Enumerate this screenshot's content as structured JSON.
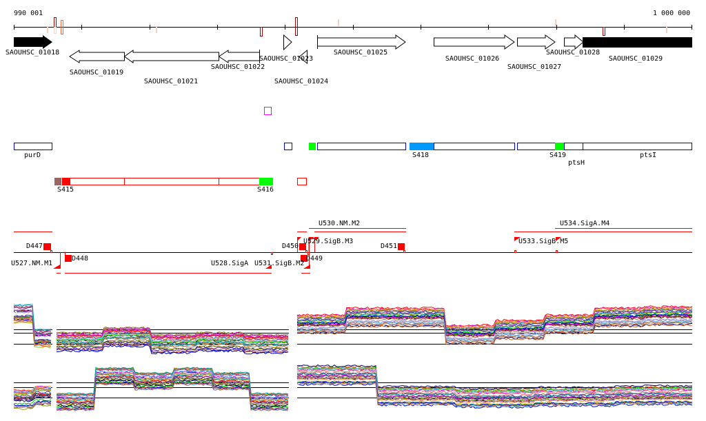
{
  "ruler": {
    "start_label": "990 001",
    "end_label": "1 000 000"
  },
  "genes": [
    {
      "id": "SAOUHSC_01018",
      "strand": "+",
      "style": "filled"
    },
    {
      "id": "SAOUHSC_01019",
      "strand": "-",
      "style": "outline"
    },
    {
      "id": "SAOUHSC_01021",
      "strand": "-",
      "style": "outline"
    },
    {
      "id": "SAOUHSC_01022",
      "strand": "-",
      "style": "outline"
    },
    {
      "id": "SAOUHSC_01023",
      "strand": "+",
      "style": "outline"
    },
    {
      "id": "SAOUHSC_01024",
      "strand": "-",
      "style": "outline"
    },
    {
      "id": "SAOUHSC_01025",
      "strand": "+",
      "style": "outline"
    },
    {
      "id": "SAOUHSC_01026",
      "strand": "+",
      "style": "outline"
    },
    {
      "id": "SAOUHSC_01027",
      "strand": "+",
      "style": "outline"
    },
    {
      "id": "SAOUHSC_01028",
      "strand": "+",
      "style": "outline"
    },
    {
      "id": "SAOUHSC_01029",
      "strand": "-",
      "style": "filled"
    }
  ],
  "operons": {
    "forward": [
      "purD",
      "S418",
      "S419",
      "ptsH",
      "ptsI"
    ],
    "reverse": [
      "S415",
      "S416"
    ]
  },
  "promoters": {
    "upper": [
      "D447",
      "D450",
      "U529.SigB.M3",
      "U530.NM.M2",
      "D451",
      "U533.SigB.M5",
      "U534.SigA.M4"
    ],
    "lower": [
      "U527.NM.M1",
      "D448",
      "U528.SigA",
      "U531.SigB.M2",
      "D449"
    ]
  },
  "colors": {
    "gene_fill": "#000000",
    "forward_segment": "#0000cc",
    "reverse_segment": "#ff0000",
    "signal_green": "#00ff00",
    "signal_blue": "#0099ff",
    "signal_brown": "#996666",
    "magenta": "#ff00ff",
    "promoter": "#ff0000"
  },
  "expression_palette": [
    "#ff0000",
    "#00cc00",
    "#0000cc",
    "#cc6633",
    "#999900",
    "#cc00cc",
    "#66ccff",
    "#996666",
    "#ff9933",
    "#aa99cc",
    "#009999",
    "#663399",
    "#cc3366",
    "#99cc00",
    "#000066",
    "#ff6666"
  ]
}
